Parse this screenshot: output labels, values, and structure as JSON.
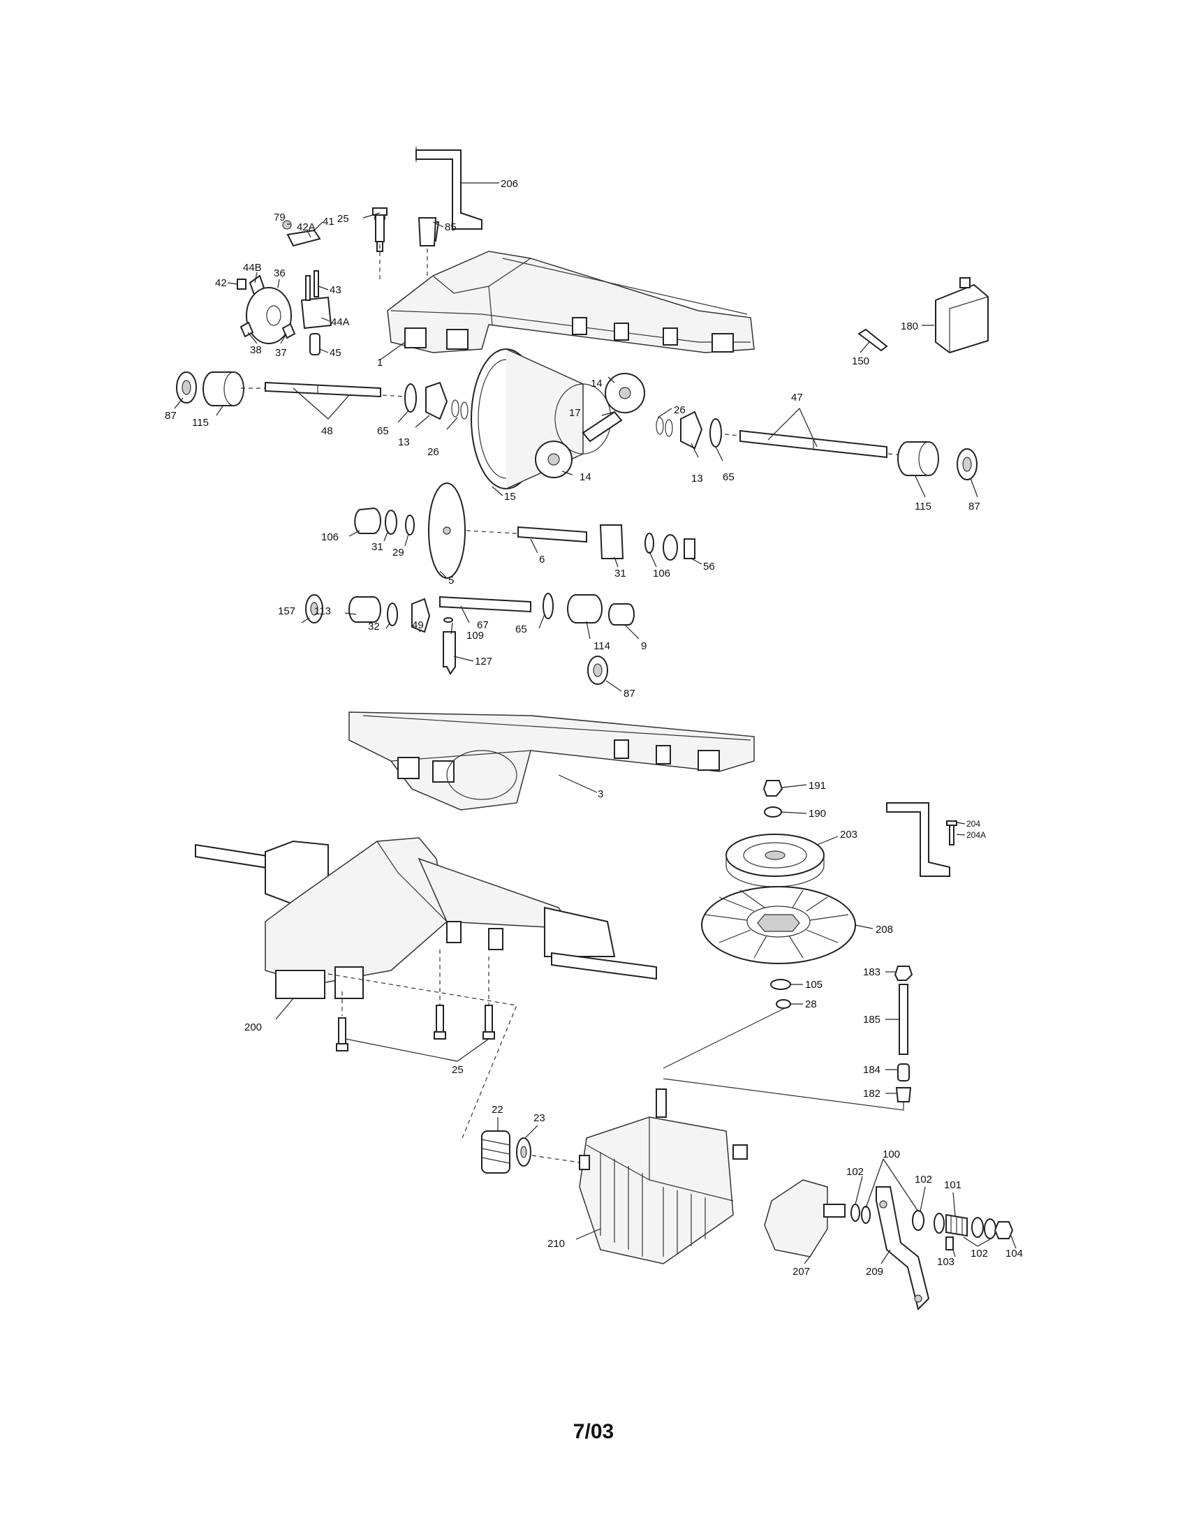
{
  "page": {
    "footer_code": "7/03"
  },
  "callouts": [
    {
      "id": "206",
      "text": "206"
    },
    {
      "id": "79",
      "text": "79"
    },
    {
      "id": "41",
      "text": "41"
    },
    {
      "id": "25a",
      "text": "25"
    },
    {
      "id": "85",
      "text": "85"
    },
    {
      "id": "42A",
      "text": "42A"
    },
    {
      "id": "44B",
      "text": "44B"
    },
    {
      "id": "36",
      "text": "36"
    },
    {
      "id": "42",
      "text": "42"
    },
    {
      "id": "43",
      "text": "43"
    },
    {
      "id": "44A",
      "text": "44A"
    },
    {
      "id": "38",
      "text": "38"
    },
    {
      "id": "37",
      "text": "37"
    },
    {
      "id": "45",
      "text": "45"
    },
    {
      "id": "1",
      "text": "1"
    },
    {
      "id": "180",
      "text": "180"
    },
    {
      "id": "150",
      "text": "150"
    },
    {
      "id": "87a",
      "text": "87"
    },
    {
      "id": "115a",
      "text": "115"
    },
    {
      "id": "48",
      "text": "48"
    },
    {
      "id": "65a",
      "text": "65"
    },
    {
      "id": "13a",
      "text": "13"
    },
    {
      "id": "26a",
      "text": "26"
    },
    {
      "id": "17",
      "text": "17"
    },
    {
      "id": "14a",
      "text": "14"
    },
    {
      "id": "26b",
      "text": "26"
    },
    {
      "id": "14b",
      "text": "14"
    },
    {
      "id": "13b",
      "text": "13"
    },
    {
      "id": "65b",
      "text": "65"
    },
    {
      "id": "15",
      "text": "15"
    },
    {
      "id": "47",
      "text": "47"
    },
    {
      "id": "115b",
      "text": "115"
    },
    {
      "id": "87b",
      "text": "87"
    },
    {
      "id": "106a",
      "text": "106"
    },
    {
      "id": "31a",
      "text": "31"
    },
    {
      "id": "29",
      "text": "29"
    },
    {
      "id": "5",
      "text": "5"
    },
    {
      "id": "6",
      "text": "6"
    },
    {
      "id": "31b",
      "text": "31"
    },
    {
      "id": "106b",
      "text": "106"
    },
    {
      "id": "56",
      "text": "56"
    },
    {
      "id": "157",
      "text": "157"
    },
    {
      "id": "113",
      "text": "113"
    },
    {
      "id": "32",
      "text": "32"
    },
    {
      "id": "49",
      "text": "49"
    },
    {
      "id": "67",
      "text": "67"
    },
    {
      "id": "109",
      "text": "109"
    },
    {
      "id": "65c",
      "text": "65"
    },
    {
      "id": "114",
      "text": "114"
    },
    {
      "id": "9",
      "text": "9"
    },
    {
      "id": "127",
      "text": "127"
    },
    {
      "id": "87c",
      "text": "87"
    },
    {
      "id": "3",
      "text": "3"
    },
    {
      "id": "191",
      "text": "191"
    },
    {
      "id": "190",
      "text": "190"
    },
    {
      "id": "203",
      "text": "203"
    },
    {
      "id": "204",
      "text": "204"
    },
    {
      "id": "204A",
      "text": "204A"
    },
    {
      "id": "208",
      "text": "208"
    },
    {
      "id": "183",
      "text": "183"
    },
    {
      "id": "105",
      "text": "105"
    },
    {
      "id": "28",
      "text": "28"
    },
    {
      "id": "185",
      "text": "185"
    },
    {
      "id": "184",
      "text": "184"
    },
    {
      "id": "182",
      "text": "182"
    },
    {
      "id": "200",
      "text": "200"
    },
    {
      "id": "25b",
      "text": "25"
    },
    {
      "id": "22",
      "text": "22"
    },
    {
      "id": "23",
      "text": "23"
    },
    {
      "id": "210",
      "text": "210"
    },
    {
      "id": "100",
      "text": "100"
    },
    {
      "id": "102a",
      "text": "102"
    },
    {
      "id": "102b",
      "text": "102"
    },
    {
      "id": "101",
      "text": "101"
    },
    {
      "id": "102c",
      "text": "102"
    },
    {
      "id": "103",
      "text": "103"
    },
    {
      "id": "104",
      "text": "104"
    },
    {
      "id": "207",
      "text": "207"
    },
    {
      "id": "209",
      "text": "209"
    }
  ]
}
